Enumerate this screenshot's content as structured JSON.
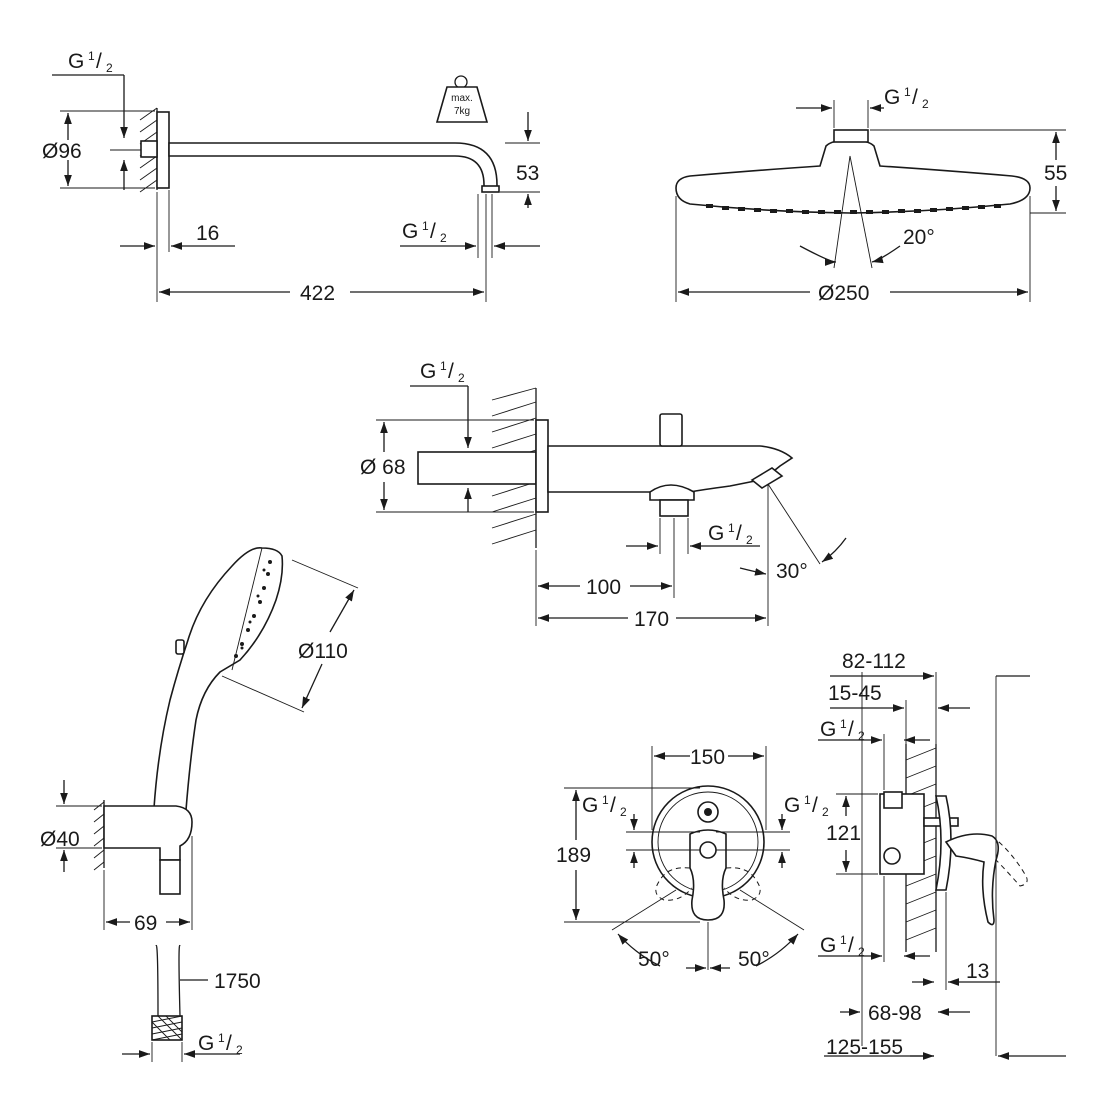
{
  "colors": {
    "line": "#1a1a1a",
    "background": "#ffffff"
  },
  "shower_arm": {
    "thread": {
      "base": "G",
      "num": "1",
      "den": "2"
    },
    "flange_diameter": "Ø96",
    "wall_offset": "16",
    "length": "422",
    "drop": "53",
    "outlet_thread": {
      "base": "G",
      "num": "1",
      "den": "2"
    },
    "weight_icon": "max-weight-icon",
    "weight_line1": "max.",
    "weight_line2": "7kg"
  },
  "head_shower": {
    "thread": {
      "base": "G",
      "num": "1",
      "den": "2"
    },
    "height": "55",
    "tilt": "20°",
    "diameter": "Ø250"
  },
  "bath_spout": {
    "thread": {
      "base": "G",
      "num": "1",
      "den": "2"
    },
    "diameter": "Ø 68",
    "outlet_thread": {
      "base": "G",
      "num": "1",
      "den": "2"
    },
    "projection_outlet": "100",
    "projection_total": "170",
    "angle": "30°"
  },
  "hand_shower": {
    "head_diameter": "Ø110",
    "holder_diameter": "Ø40",
    "holder_projection": "69",
    "hose_length": "1750",
    "hose_thread": {
      "base": "G",
      "num": "1",
      "den": "2"
    }
  },
  "mixer_front": {
    "plate_width": "150",
    "plate_height": "189",
    "thread_left": {
      "base": "G",
      "num": "1",
      "den": "2"
    },
    "thread_right": {
      "base": "G",
      "num": "1",
      "den": "2"
    },
    "angle_left": "50°",
    "angle_right": "50°"
  },
  "mixer_side": {
    "depth_range": "82-112",
    "install_range": "15-45",
    "thread_top": {
      "base": "G",
      "num": "1",
      "den": "2"
    },
    "spacing": "121",
    "thread_bottom": {
      "base": "G",
      "num": "1",
      "den": "2"
    },
    "cover": "13",
    "range_a": "68-98",
    "range_b": "125-155"
  }
}
